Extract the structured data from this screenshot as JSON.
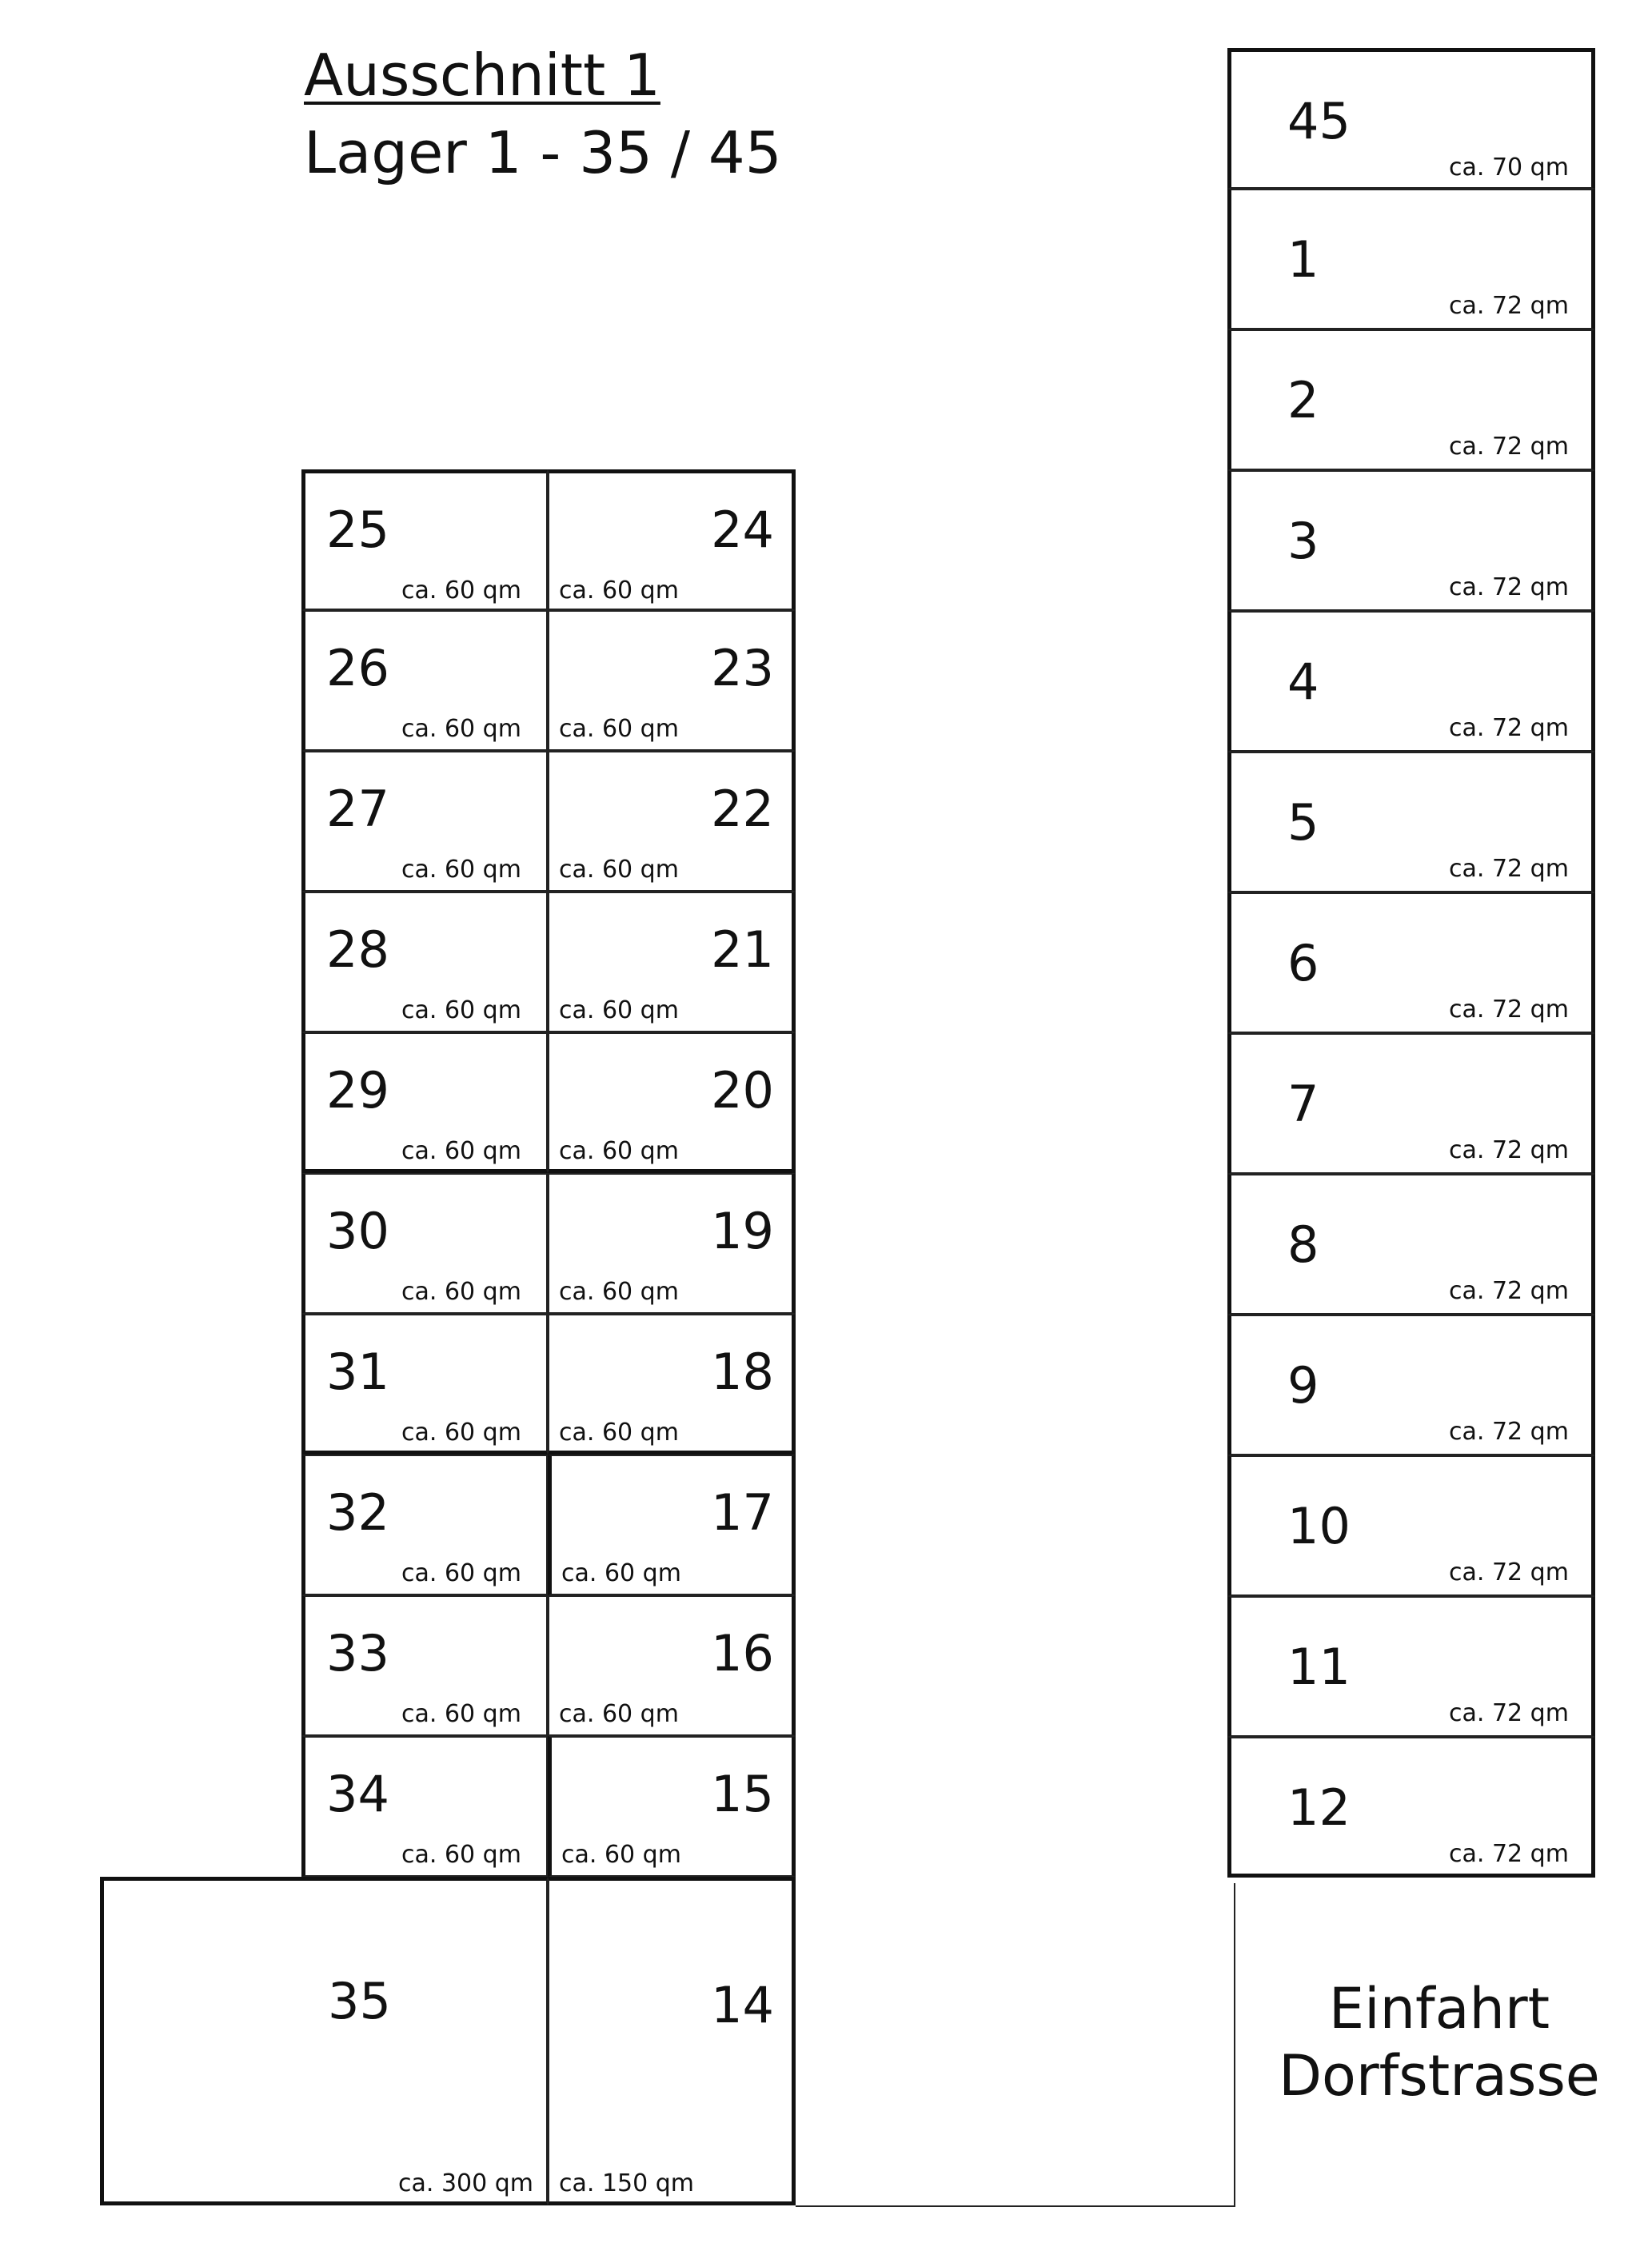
{
  "header": {
    "title": "Ausschnitt 1",
    "subtitle": "Lager 1 - 35 / 45"
  },
  "left_block": {
    "rows": [
      {
        "left": {
          "num": "25",
          "area": "ca. 60 qm"
        },
        "right": {
          "num": "24",
          "area": "ca. 60 qm"
        }
      },
      {
        "left": {
          "num": "26",
          "area": "ca. 60 qm"
        },
        "right": {
          "num": "23",
          "area": "ca. 60 qm"
        }
      },
      {
        "left": {
          "num": "27",
          "area": "ca. 60 qm"
        },
        "right": {
          "num": "22",
          "area": "ca. 60 qm"
        }
      },
      {
        "left": {
          "num": "28",
          "area": "ca. 60 qm"
        },
        "right": {
          "num": "21",
          "area": "ca. 60 qm"
        }
      },
      {
        "left": {
          "num": "29",
          "area": "ca. 60 qm"
        },
        "right": {
          "num": "20",
          "area": "ca. 60 qm"
        }
      },
      {
        "left": {
          "num": "30",
          "area": "ca. 60 qm"
        },
        "right": {
          "num": "19",
          "area": "ca. 60 qm"
        }
      },
      {
        "left": {
          "num": "31",
          "area": "ca. 60 qm"
        },
        "right": {
          "num": "18",
          "area": "ca. 60 qm"
        }
      },
      {
        "left": {
          "num": "32",
          "area": "ca. 60 qm"
        },
        "right": {
          "num": "17",
          "area": "ca. 60 qm"
        }
      },
      {
        "left": {
          "num": "33",
          "area": "ca. 60 qm"
        },
        "right": {
          "num": "16",
          "area": "ca. 60 qm"
        }
      },
      {
        "left": {
          "num": "34",
          "area": "ca. 60 qm"
        },
        "right": {
          "num": "15",
          "area": "ca. 60 qm"
        }
      }
    ],
    "bottom": {
      "left": {
        "num": "35",
        "area": "ca. 300 qm"
      },
      "right": {
        "num": "14",
        "area": "ca. 150 qm"
      }
    }
  },
  "right_column": [
    {
      "num": "45",
      "area": "ca. 70 qm"
    },
    {
      "num": "1",
      "area": "ca. 72 qm"
    },
    {
      "num": "2",
      "area": "ca. 72 qm"
    },
    {
      "num": "3",
      "area": "ca. 72 qm"
    },
    {
      "num": "4",
      "area": "ca. 72 qm"
    },
    {
      "num": "5",
      "area": "ca. 72 qm"
    },
    {
      "num": "6",
      "area": "ca. 72 qm"
    },
    {
      "num": "7",
      "area": "ca. 72 qm"
    },
    {
      "num": "8",
      "area": "ca. 72 qm"
    },
    {
      "num": "9",
      "area": "ca. 72 qm"
    },
    {
      "num": "10",
      "area": "ca. 72 qm"
    },
    {
      "num": "11",
      "area": "ca. 72 qm"
    },
    {
      "num": "12",
      "area": "ca. 72 qm"
    }
  ],
  "entrance": {
    "line1": "Einfahrt",
    "line2": "Dorfstrasse"
  }
}
